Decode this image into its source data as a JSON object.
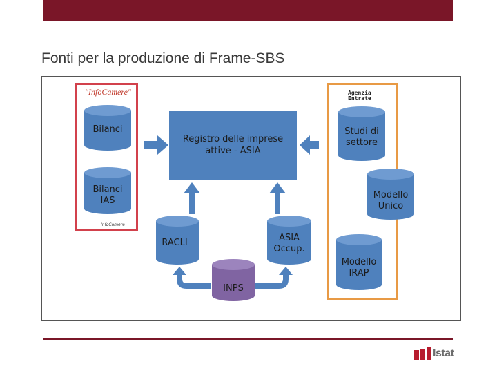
{
  "slide": {
    "title": "Fonti per la produzione di Frame-SBS"
  },
  "logos": {
    "infocamere": "\"InfoCamere\"",
    "agenzia_entrate_line1": "Agenzia",
    "agenzia_entrate_line2": "Entrate",
    "infocamere_small": "InfoCamere",
    "istat": "Istat"
  },
  "nodes": {
    "bilanci": "Bilanci",
    "bilanci_ias": "Bilanci\nIAS",
    "registro": "Registro delle imprese\nattive - ASIA",
    "studi_settore": "Studi di\nsettore",
    "modello_unico": "Modello\nUnico",
    "racli": "RACLI",
    "asia_occup": "ASIA\nOccup.",
    "inps": "INPS",
    "modello_irap": "Modello\nIRAP"
  },
  "colors": {
    "top_bar": "#7a1628",
    "cylinder_blue": "#4f81bd",
    "cylinder_purple": "#8064a2",
    "left_box_border": "#d2414c",
    "right_box_border": "#e89a45",
    "arrow_blue": "#4f81bd"
  }
}
